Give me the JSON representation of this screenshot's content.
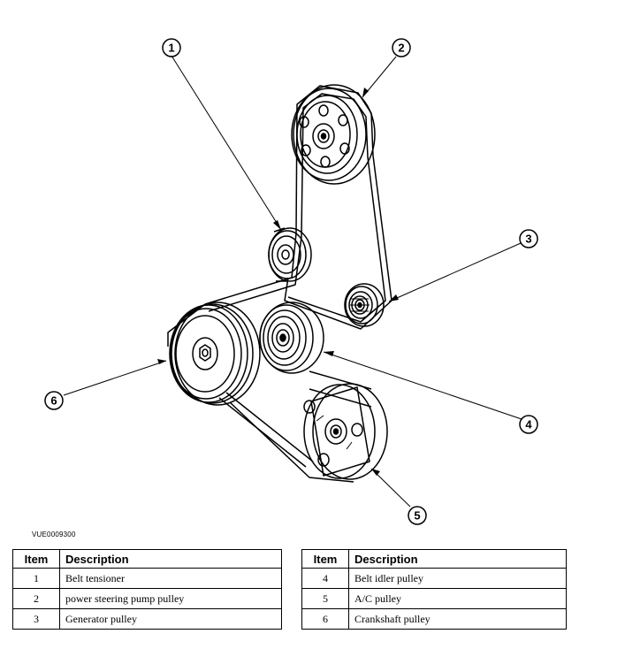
{
  "diagram": {
    "callouts": [
      "1",
      "2",
      "3",
      "4",
      "5",
      "6"
    ],
    "figure_id": "VUE0009300"
  },
  "legend": {
    "headers": {
      "item": "Item",
      "description": "Description"
    },
    "left": [
      {
        "item": "1",
        "description": "Belt tensioner"
      },
      {
        "item": "2",
        "description": "power steering pump pulley"
      },
      {
        "item": "3",
        "description": "Generator pulley"
      }
    ],
    "right": [
      {
        "item": "4",
        "description": "Belt idler pulley"
      },
      {
        "item": "5",
        "description": "A/C pulley"
      },
      {
        "item": "6",
        "description": "Crankshaft pulley"
      }
    ]
  }
}
